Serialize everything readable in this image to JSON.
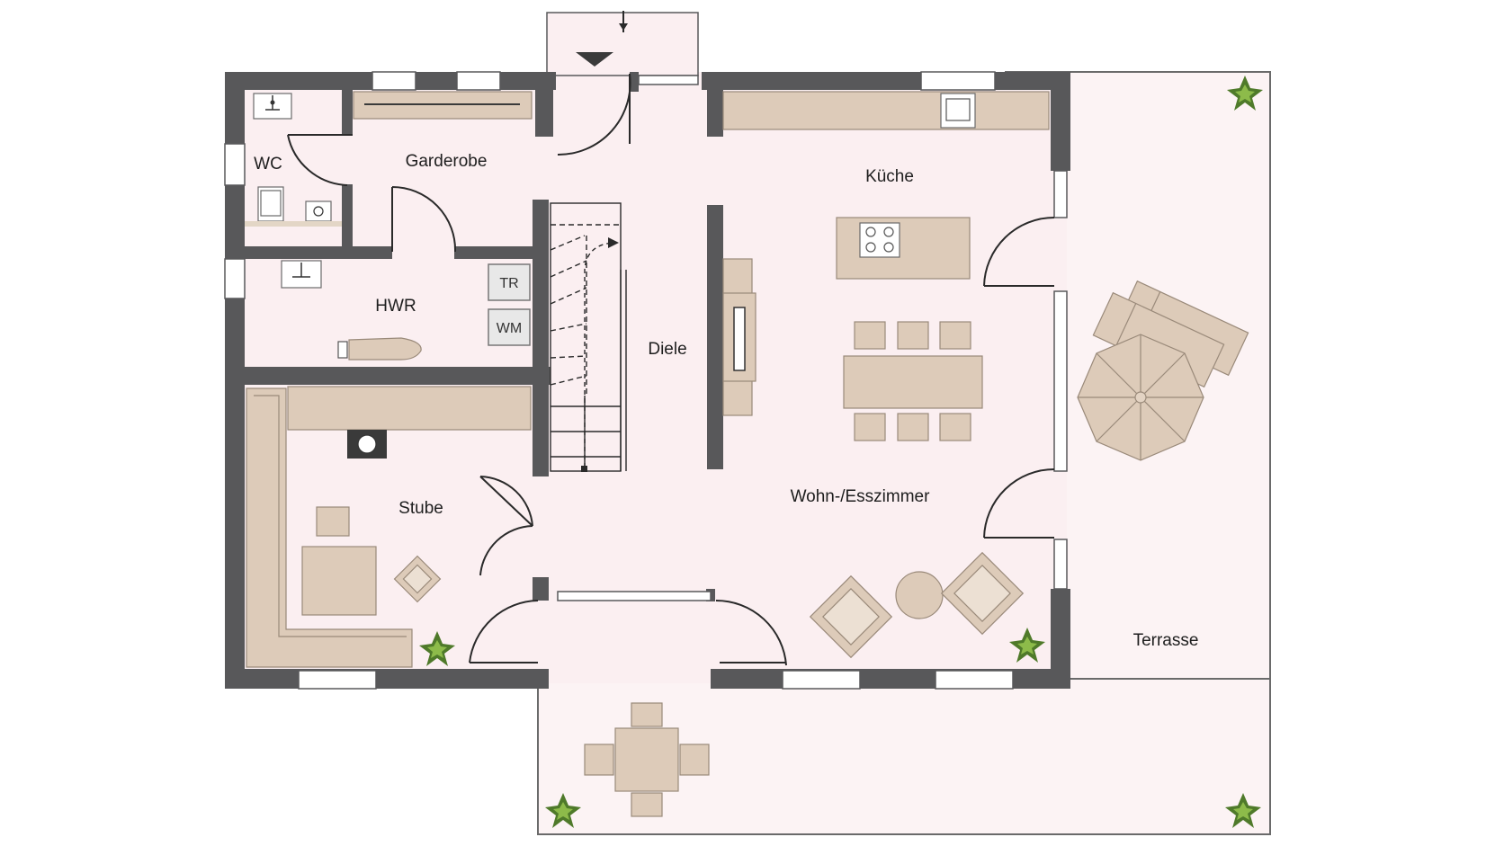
{
  "rooms": {
    "wc": "WC",
    "garderobe": "Garderobe",
    "hwr": "HWR",
    "kueche": "Küche",
    "diele": "Diele",
    "stube": "Stube",
    "wohn_ess": "Wohn-/Esszimmer",
    "terrasse": "Terrasse"
  },
  "appliances": {
    "dryer": "TR",
    "washer": "WM"
  },
  "colors": {
    "wall": "#58585a",
    "floor": "#fbeff1",
    "furniture": "#ddcbb9",
    "plant": "#4f7a2a"
  },
  "icons": [
    "plant-icon",
    "parasol-icon",
    "sink-icon",
    "toilet-icon",
    "cooktop-icon",
    "fireplace-icon",
    "ironing-board-icon"
  ]
}
